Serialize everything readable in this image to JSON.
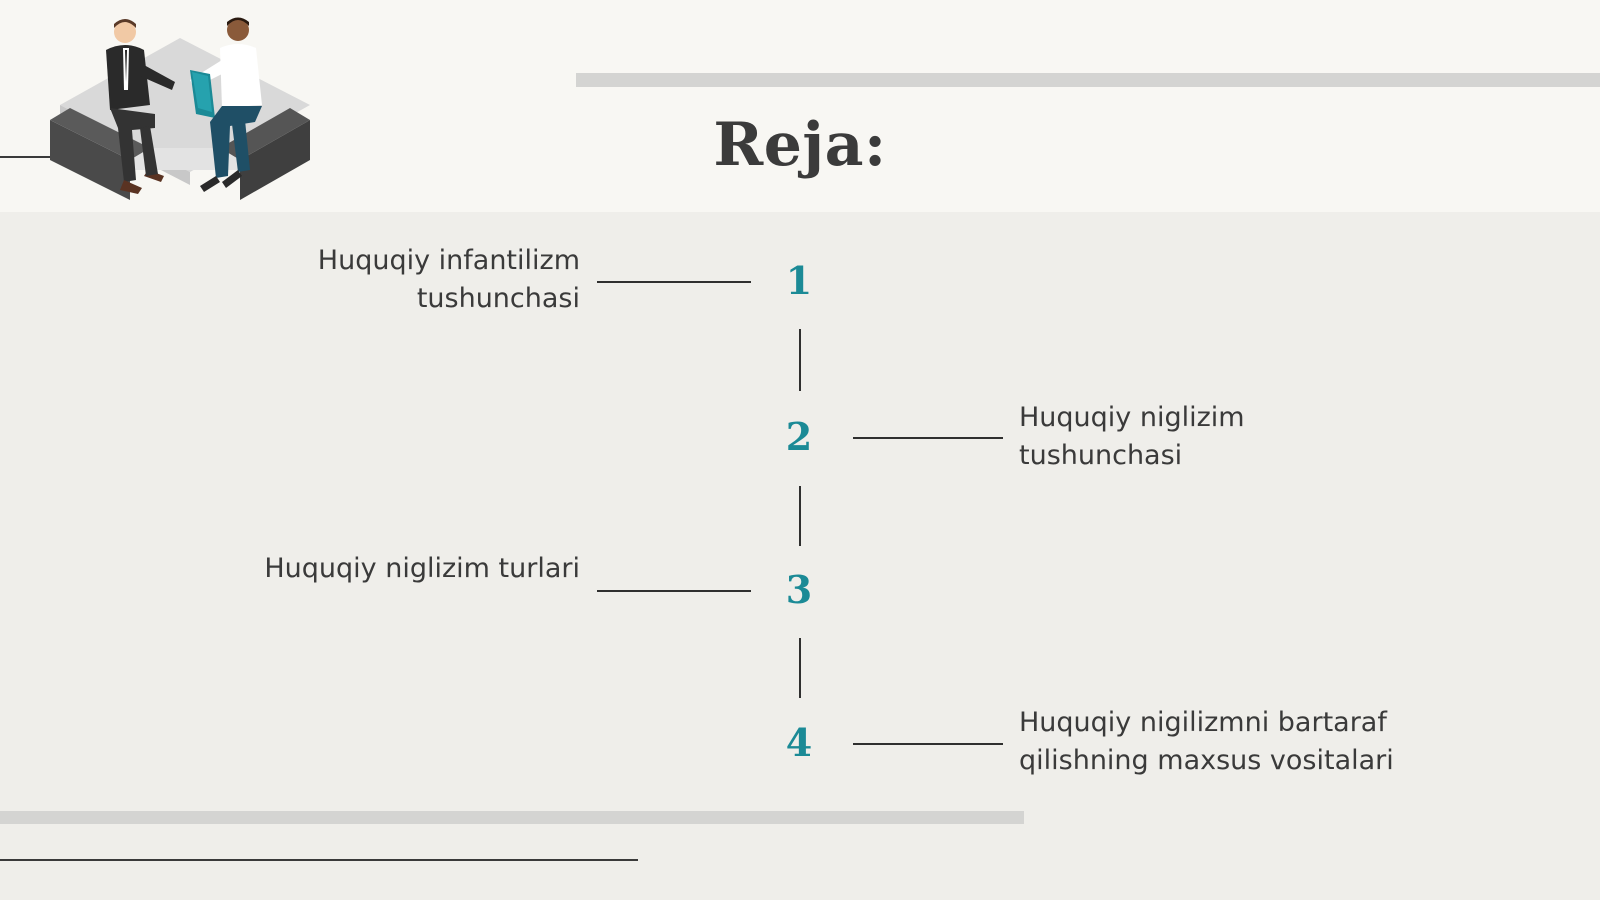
{
  "slide": {
    "title": "Reja:",
    "items": [
      {
        "number": "1",
        "text": "Huquqiy infantilizm tushunchasi",
        "side": "left"
      },
      {
        "number": "2",
        "text": "Huquqiy niglizim tushunchasi",
        "side": "right"
      },
      {
        "number": "3",
        "text": "Huquqiy niglizim turlari",
        "side": "left"
      },
      {
        "number": "4",
        "text": "Huquqiy nigilizmni bartaraf qilishning maxsus vositalari",
        "side": "right"
      }
    ],
    "colors": {
      "accent": "#1b8a96",
      "text": "#3a3a3a",
      "background": "#efeeea",
      "bar": "#d4d4d2"
    },
    "illustration": "two-businessmen-meeting-on-sofa"
  }
}
